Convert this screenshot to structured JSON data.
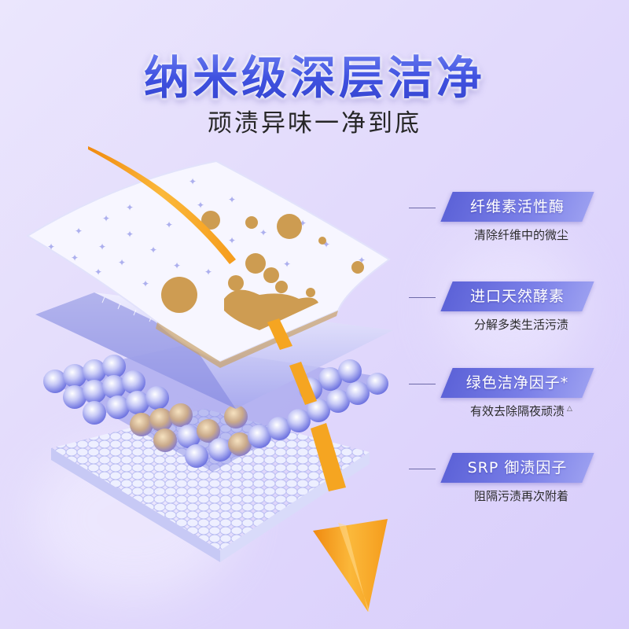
{
  "header": {
    "title": "纳米级深层洁净",
    "subtitle": "顽渍异味一净到底"
  },
  "features": [
    {
      "badge": "纤维素活性酶",
      "description": "清除纤维中的微尘",
      "note": ""
    },
    {
      "badge": "进口天然酵素",
      "description": "分解多类生活污渍",
      "note": ""
    },
    {
      "badge": "绿色洁净因子*",
      "description": "有效去除隔夜顽渍",
      "note": "△"
    },
    {
      "badge": "SRP 御渍因子",
      "description": "阻隔污渍再次附着",
      "note": ""
    }
  ],
  "illustration": {
    "layers": [
      "stained-fabric-layer",
      "fiber-layer",
      "bubble-layer",
      "clean-fabric-layer"
    ],
    "arrow": "downward-orange-arrow"
  },
  "colors": {
    "background_start": "#ebe6fd",
    "background_end": "#d8cdfb",
    "title_blue": "#4052e0",
    "badge_start": "#5d63d8",
    "badge_end": "#9a9ef0",
    "arrow_orange": "#f7a823",
    "stain_brown": "#c8903a"
  }
}
